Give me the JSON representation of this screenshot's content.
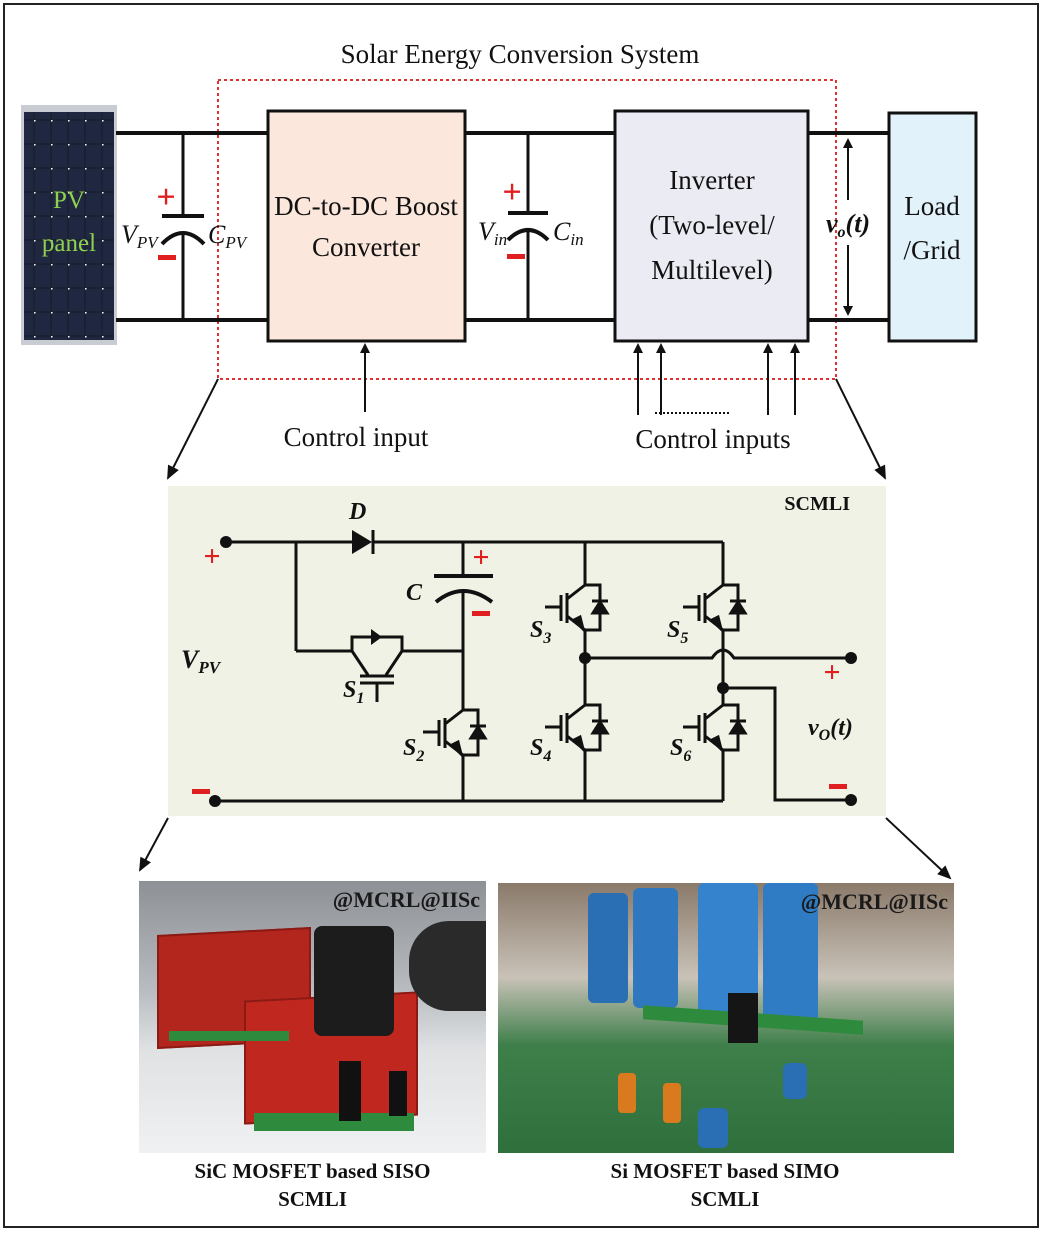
{
  "title": "Solar Energy Conversion System",
  "blocks": {
    "pv_panel": {
      "line1": "PV",
      "line2": "panel"
    },
    "boost": {
      "line1": "DC-to-DC Boost",
      "line2": "Converter",
      "fill": "#fbe7dc"
    },
    "inverter": {
      "line1": "Inverter",
      "line2": "(Two-level/",
      "line3": "Multilevel)",
      "fill": "#ebebf3"
    },
    "load": {
      "line1": "Load",
      "line2": "/Grid",
      "fill": "#e2f2fb"
    }
  },
  "labels": {
    "vpv_main": "V",
    "vpv_sub": "PV",
    "cpv_main": "C",
    "cpv_sub": "PV",
    "vin_main": "V",
    "vin_sub": "in",
    "cin_main": "C",
    "cin_sub": "in",
    "vo_main": "v",
    "vo_sub": "o",
    "vo_tail": "(t)",
    "control_input": "Control input",
    "control_inputs": "Control inputs",
    "plus": "+",
    "minus": "−"
  },
  "circuit": {
    "title": "SCMLI",
    "background": "#eff2e4",
    "diode": "D",
    "capacitor": "C",
    "vpv_main": "V",
    "vpv_sub": "PV",
    "vo_main": "v",
    "vo_sub": "O",
    "vo_tail": "(t)",
    "switches": [
      {
        "main": "S",
        "sub": "1"
      },
      {
        "main": "S",
        "sub": "2"
      },
      {
        "main": "S",
        "sub": "3"
      },
      {
        "main": "S",
        "sub": "4"
      },
      {
        "main": "S",
        "sub": "5"
      },
      {
        "main": "S",
        "sub": "6"
      }
    ]
  },
  "photos": [
    {
      "watermark": "@MCRL@IISc",
      "caption_line1": "SiC MOSFET based SISO",
      "caption_line2": "SCMLI"
    },
    {
      "watermark": "@MCRL@IISc",
      "caption_line1": "Si MOSFET based SIMO",
      "caption_line2": "SCMLI"
    }
  ],
  "colors": {
    "accent_red": "#e02020",
    "pv_text": "#8fd14f",
    "dash_red": "#d33"
  }
}
